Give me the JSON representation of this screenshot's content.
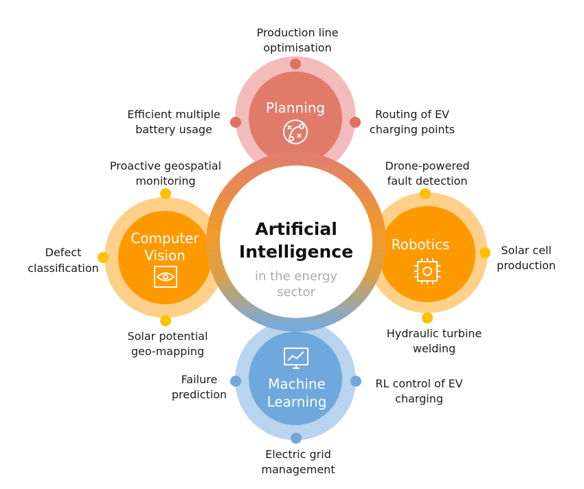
{
  "center": {
    "title_line1": "Artificial",
    "title_line2": "Intelligence",
    "subtitle_line1": "in the energy",
    "subtitle_line2": "sector"
  },
  "planning": {
    "label": "Planning",
    "icon": "strategy-icon",
    "items": [
      {
        "line1": "Production line",
        "line2": "optimisation"
      },
      {
        "line1": "Efficient multiple",
        "line2": "battery usage"
      },
      {
        "line1": "Routing of EV",
        "line2": "charging points"
      }
    ]
  },
  "vision": {
    "label_line1": "Computer",
    "label_line2": "Vision",
    "icon": "eye-scan-icon",
    "items": [
      {
        "line1": "Proactive geospatial",
        "line2": "monitoring"
      },
      {
        "line1": "Defect",
        "line2": "classification"
      },
      {
        "line1": "Solar potential",
        "line2": "geo-mapping"
      }
    ]
  },
  "robotics": {
    "label": "Robotics",
    "icon": "chip-icon",
    "items": [
      {
        "line1": "Drone-powered",
        "line2": "fault detection"
      },
      {
        "line1": "Solar cell",
        "line2": "production"
      },
      {
        "line1": "Hydraulic turbine",
        "line2": "welding"
      }
    ]
  },
  "ml": {
    "label_line1": "Machine",
    "label_line2": "Learning",
    "icon": "monitor-chart-icon",
    "items": [
      {
        "line1": "Failure",
        "line2": "prediction"
      },
      {
        "line1": "RL control of EV",
        "line2": "charging"
      },
      {
        "line1": "Electric grid",
        "line2": "management"
      }
    ]
  },
  "colors": {
    "planning": "#e07b6a",
    "planning_light": "#f2bcbc",
    "orange": "#ff9900",
    "orange_light": "#ffd08a",
    "orange_dot": "#ffc000",
    "ml": "#6fa8dc",
    "ml_light": "#b9d4ee"
  }
}
